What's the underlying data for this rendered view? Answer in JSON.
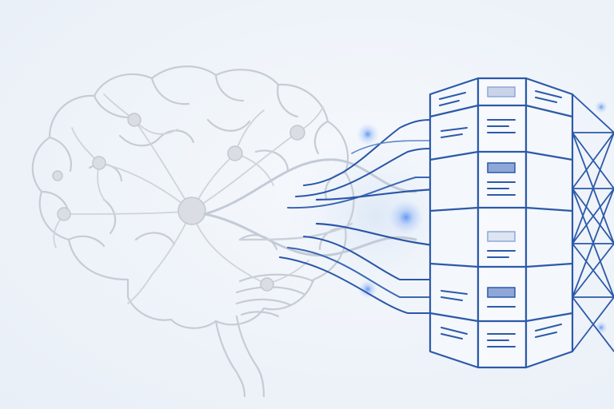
{
  "illustration": {
    "subject": "brain-to-data-server",
    "colors": {
      "background": "#eef3f9",
      "brain_outline": "#c4cad3",
      "brain_detail": "#ccd2da",
      "node": "#d0d5dc",
      "wire": "#2a56a8",
      "wire_light": "#5f85c8",
      "server": "#2c5aa8",
      "highlight_block": "#8fa7d8",
      "glow": "#4d8bf0"
    },
    "server": {
      "panel_count": 3,
      "row_count": 5
    }
  }
}
